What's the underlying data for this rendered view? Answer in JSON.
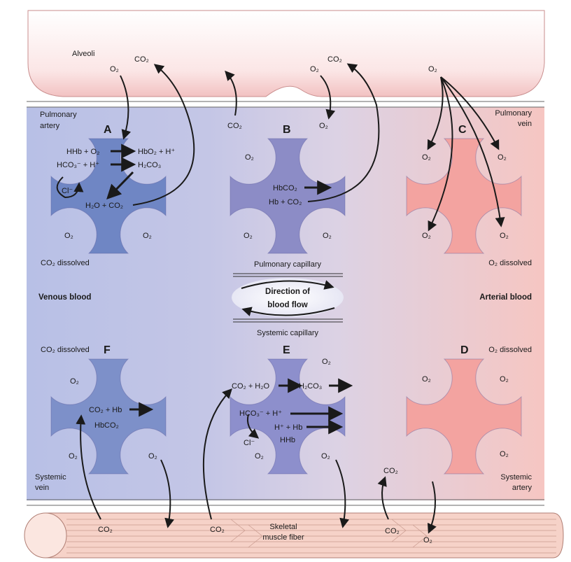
{
  "labels": {
    "alveoli": "Alveoli",
    "pulmonary_artery": [
      "Pulmonary",
      "artery"
    ],
    "pulmonary_vein": [
      "Pulmonary",
      "vein"
    ],
    "systemic_vein": [
      "Systemic",
      "vein"
    ],
    "systemic_artery": [
      "Systemic",
      "artery"
    ],
    "venous_blood": "Venous blood",
    "arterial_blood": "Arterial blood",
    "pulmonary_capillary": "Pulmonary capillary",
    "systemic_capillary": "Systemic capillary",
    "direction": [
      "Direction of",
      "blood flow"
    ],
    "skeletal": [
      "Skeletal",
      "muscle fiber"
    ]
  },
  "cells": {
    "A": {
      "letter": "A",
      "eq1": "HHb + O₂",
      "eq1b": "HbO₂ + H⁺",
      "eq2": "HCO₃⁻ + H⁺",
      "eq2b": "H₂CO₃",
      "cl": "Cl⁻",
      "eq3": "H₂O + CO₂",
      "o2": "O₂",
      "dissolved": "CO₂ dissolved"
    },
    "B": {
      "letter": "B",
      "eq1": "HbCO₂",
      "eq2": "Hb + CO₂",
      "o2": "O₂"
    },
    "C": {
      "letter": "C",
      "o2": "O₂",
      "dissolved": "O₂ dissolved"
    },
    "D": {
      "letter": "D",
      "o2": "O₂",
      "dissolved": "O₂ dissolved"
    },
    "E": {
      "letter": "E",
      "eq1": "CO₂ + H₂O",
      "eq1b": "H₂CO₃",
      "eq2": "HCO₃⁻ + H⁺",
      "eq3": "H⁺ + Hb",
      "eq4": "HHb",
      "cl": "Cl⁻",
      "o2": "O₂"
    },
    "F": {
      "letter": "F",
      "eq1": "CO₂ + Hb",
      "eq2": "HbCO₂",
      "o2": "O₂",
      "dissolved": "CO₂ dissolved"
    }
  },
  "gases": {
    "co2": "CO₂",
    "o2": "O₂"
  },
  "colors": {
    "venous": "#bcc3e6",
    "middle": "#d8d3e6",
    "arterial": "#f6c8c6",
    "alveoli": "#f9dada",
    "cell_A": "#6f86c4",
    "cell_B": "#8c8cc6",
    "cell_C": "#f3a3a0",
    "cell_E": "#8d8fcc",
    "cell_F": "#7d90c9",
    "muscle": "#f6d1c8"
  }
}
